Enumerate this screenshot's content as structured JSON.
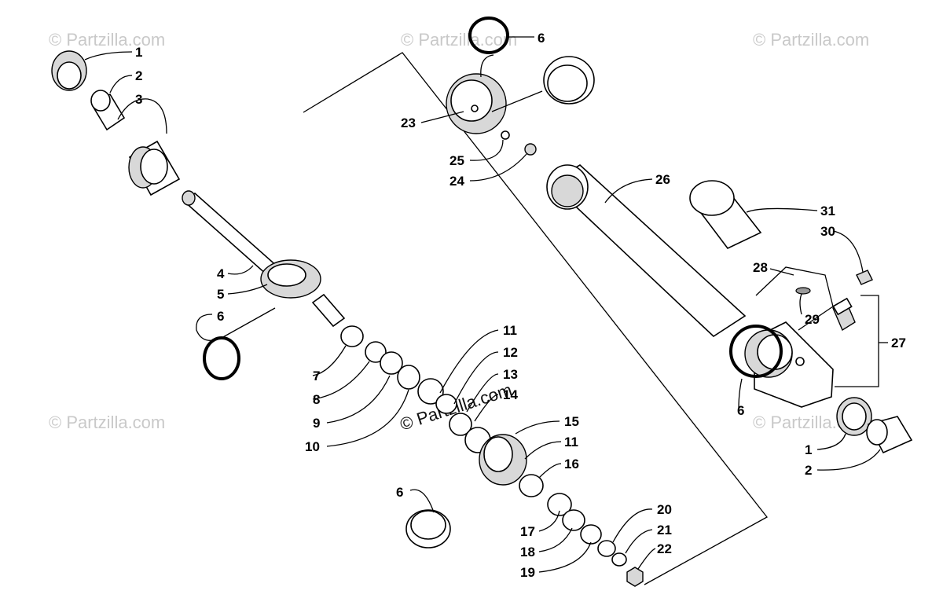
{
  "watermarks": {
    "corner": "© Partzilla.com",
    "center": "© Partzilla.com"
  },
  "callouts": {
    "c1_top": "1",
    "c2_top": "2",
    "c3": "3",
    "c4": "4",
    "c5": "5",
    "c6_a": "6",
    "c6_b": "6",
    "c6_c": "6",
    "c6_d": "6",
    "c7": "7",
    "c8": "8",
    "c9": "9",
    "c10": "10",
    "c11_a": "11",
    "c12": "12",
    "c13": "13",
    "c14": "14",
    "c15": "15",
    "c11_b": "11",
    "c16": "16",
    "c17": "17",
    "c18": "18",
    "c19": "19",
    "c20": "20",
    "c21": "21",
    "c22": "22",
    "c23": "23",
    "c24": "24",
    "c25": "25",
    "c26": "26",
    "c27": "27",
    "c28": "28",
    "c29": "29",
    "c30": "30",
    "c31": "31",
    "c1_bottom": "1",
    "c2_bottom": "2"
  }
}
